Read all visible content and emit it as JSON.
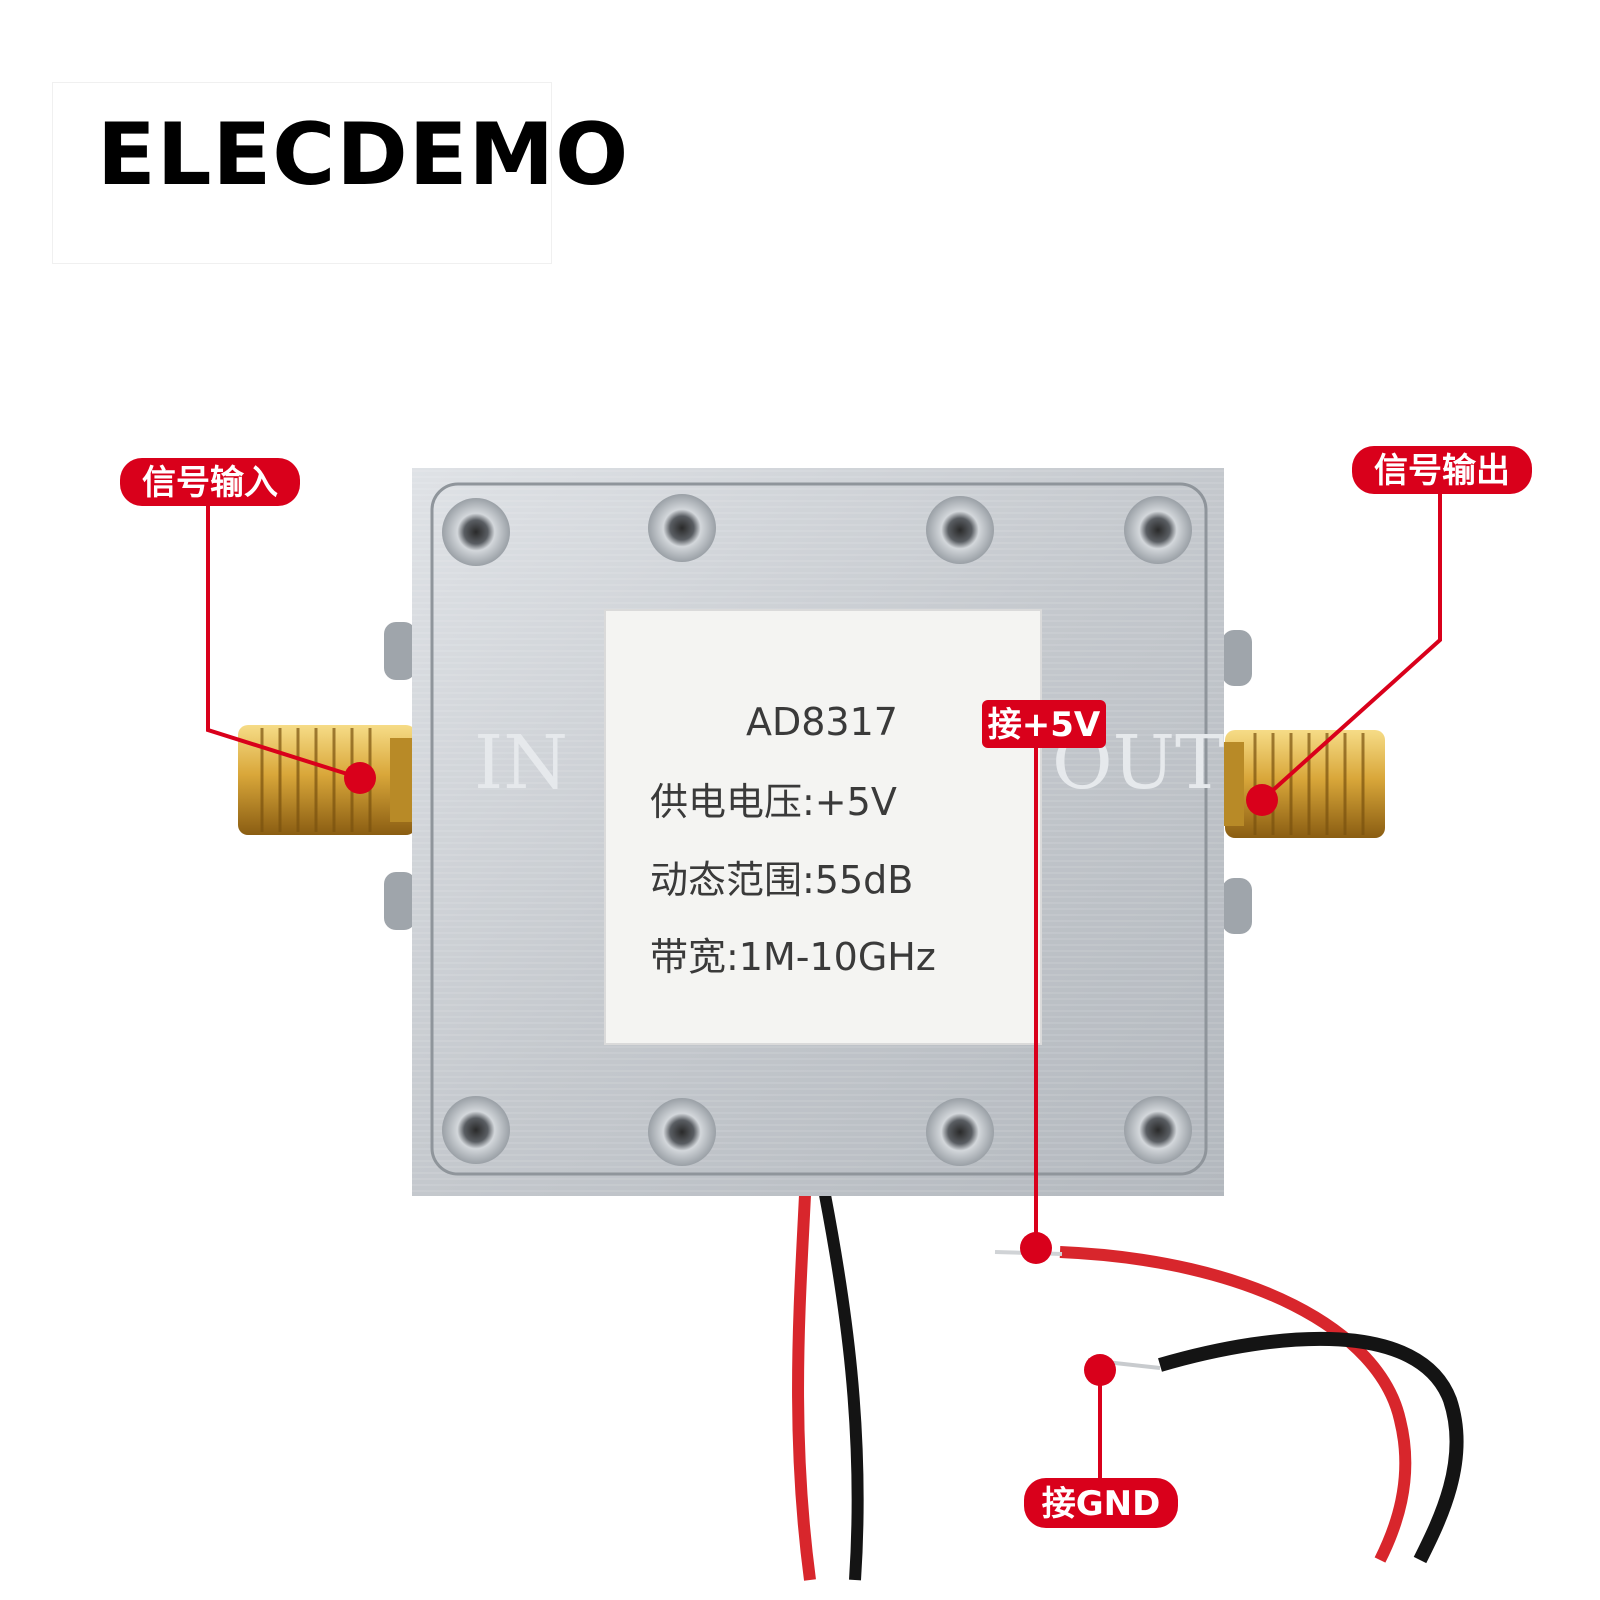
{
  "brand": "ELECDEMO",
  "engraving": {
    "in": "IN",
    "out": "OUT"
  },
  "sticker": {
    "model": "AD8317",
    "line1": "供电电压:+5V",
    "line2": "动态范围:55dB",
    "line3": "带宽:1M-10GHz"
  },
  "callouts": {
    "signal_in": "信号输入",
    "signal_out": "信号输出",
    "vcc": "接+5V",
    "gnd": "接GND"
  },
  "colors": {
    "callout_red": "#d9001b",
    "wire_red": "#d8262c",
    "wire_black": "#141414",
    "gold": "#d9a73a",
    "aluminum": "#c9cdd2"
  }
}
